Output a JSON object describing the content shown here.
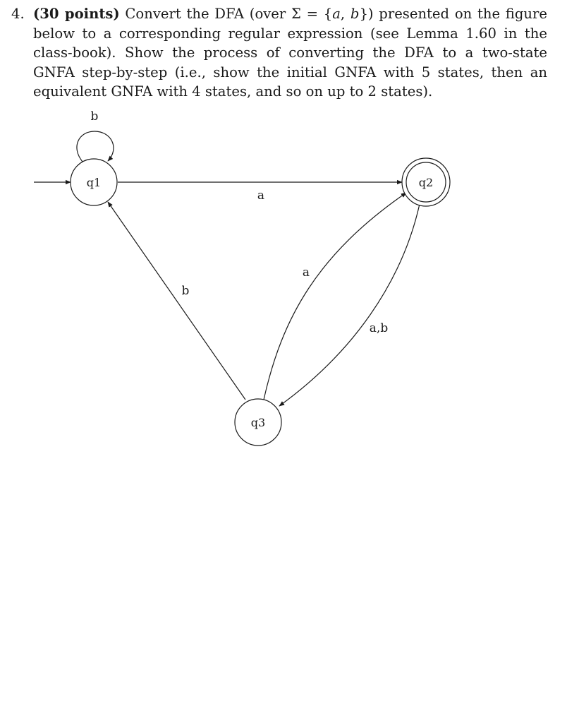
{
  "problem": {
    "number": "4.",
    "points": "(30 points)",
    "text_part1": " Convert the DFA (over Σ = {",
    "alphabet_a": "a",
    "separator": ", ",
    "alphabet_b": "b",
    "text_part2": "}) presented on the figure below to a corresponding regular expression (see Lemma 1.60 in the class-book). Show the process of converting the DFA to a two-state GNFA step-by-step (i.e., show the initial GNFA with 5 states, then an equivalent GNFA with 4 states, and so on up to 2 states)."
  },
  "dfa": {
    "states": [
      {
        "id": "q1",
        "label": "q1",
        "start": true,
        "accept": false
      },
      {
        "id": "q2",
        "label": "q2",
        "start": false,
        "accept": true
      },
      {
        "id": "q3",
        "label": "q3",
        "start": false,
        "accept": false
      }
    ],
    "transitions": [
      {
        "id": "q1-q1",
        "from": "q1",
        "to": "q1",
        "label": "b"
      },
      {
        "id": "q1-q2",
        "from": "q1",
        "to": "q2",
        "label": "a"
      },
      {
        "id": "q3-q2",
        "from": "q3",
        "to": "q2",
        "label": "a"
      },
      {
        "id": "q2-q3",
        "from": "q2",
        "to": "q3",
        "label": "a,b"
      },
      {
        "id": "q3-q1",
        "from": "q3",
        "to": "q1",
        "label": "b"
      }
    ]
  }
}
